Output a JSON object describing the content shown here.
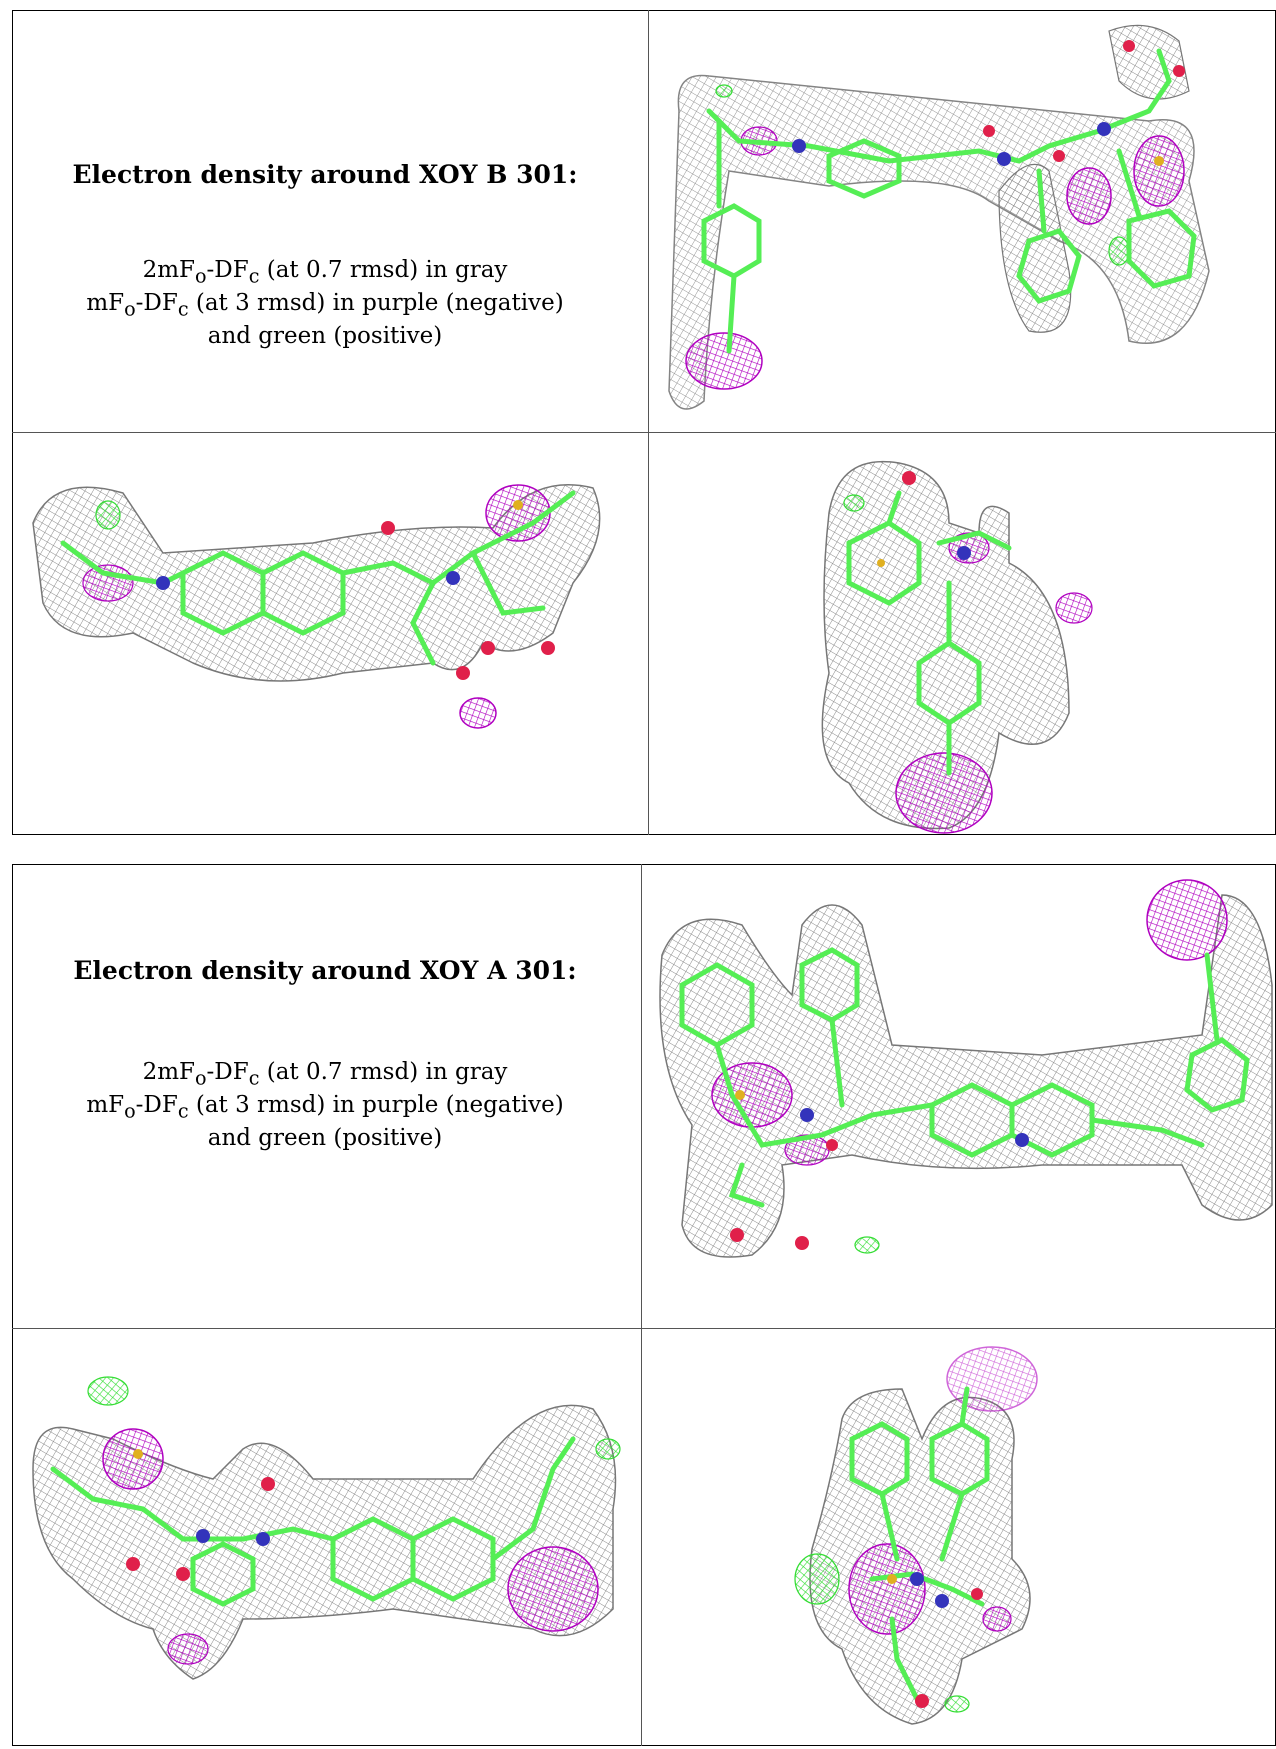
{
  "block_b": {
    "title": "Electron density around XOY B 301:",
    "line1": "2mF",
    "line1_sub": "o",
    "line1_mid": "-DF",
    "line1_sub2": "c",
    "line1_rest": " (at 0.7 rmsd) in gray",
    "line2": "mF",
    "line2_sub": "o",
    "line2_mid": "-DF",
    "line2_sub2": "c",
    "line2_rest": " (at 3 rmsd) in purple (negative)",
    "line3": "and green (positive)"
  },
  "block_a": {
    "title": "Electron density around XOY A 301:",
    "line1": "2mF",
    "line1_sub": "o",
    "line1_mid": "-DF",
    "line1_sub2": "c",
    "line1_rest": " (at 0.7 rmsd) in gray",
    "line2": "mF",
    "line2_sub": "o",
    "line2_mid": "-DF",
    "line2_sub2": "c",
    "line2_rest": " (at 3 rmsd) in purple (negative)",
    "line3": "and green (positive)"
  },
  "colors": {
    "mesh_gray": "#8a8a8a",
    "mesh_purple": "#b000c0",
    "mesh_green": "#33dd33",
    "carbon": "#55ee55",
    "nitrogen": "#3333bb",
    "oxygen": "#e0204a",
    "sulfur": "#e0b020"
  }
}
